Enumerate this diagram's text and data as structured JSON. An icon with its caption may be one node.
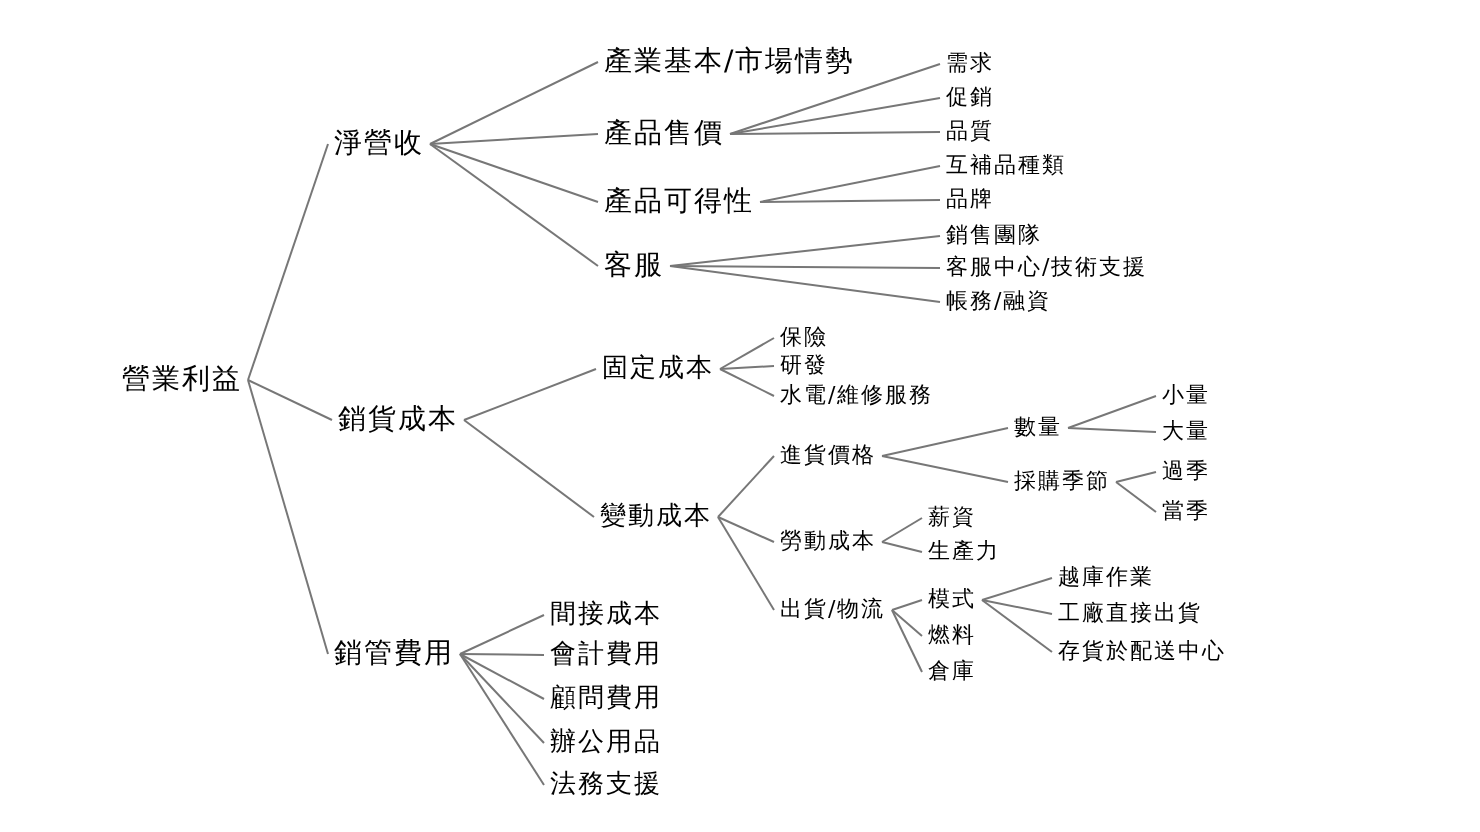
{
  "diagram": {
    "nodes": [
      {
        "text": [
          "營業利益"
        ]
      },
      {
        "text": [
          "淨營收"
        ]
      },
      {
        "text": [
          "產業基本/市場情勢"
        ]
      },
      {
        "text": [
          "產品售價"
        ]
      },
      {
        "text": [
          "需求"
        ]
      },
      {
        "text": [
          "促銷"
        ]
      },
      {
        "text": [
          "品質"
        ]
      },
      {
        "text": [
          "產品可得性"
        ]
      },
      {
        "text": [
          "互補品種類"
        ]
      },
      {
        "text": [
          "品牌"
        ]
      },
      {
        "text": [
          "客服"
        ]
      },
      {
        "text": [
          "銷售團隊"
        ]
      },
      {
        "text": [
          "客服中心/技術支援"
        ]
      },
      {
        "text": [
          "帳務/融資"
        ]
      },
      {
        "text": [
          "銷貨成本"
        ]
      },
      {
        "text": [
          "固定成本"
        ]
      },
      {
        "text": [
          "保險"
        ]
      },
      {
        "text": [
          "研發"
        ]
      },
      {
        "text": [
          "水電/維修服務"
        ]
      },
      {
        "text": [
          "變動成本"
        ]
      },
      {
        "text": [
          "進貨價格"
        ]
      },
      {
        "text": [
          "數量"
        ]
      },
      {
        "text": [
          "小量"
        ]
      },
      {
        "text": [
          "大量"
        ]
      },
      {
        "text": [
          "採購季節"
        ]
      },
      {
        "text": [
          "過季"
        ]
      },
      {
        "text": [
          "當季"
        ]
      },
      {
        "text": [
          "勞動成本"
        ]
      },
      {
        "text": [
          "薪資"
        ]
      },
      {
        "text": [
          "生產力"
        ]
      },
      {
        "text": [
          "出貨/物流"
        ]
      },
      {
        "text": [
          "模式"
        ]
      },
      {
        "text": [
          "燃料"
        ]
      },
      {
        "text": [
          "倉庫"
        ]
      },
      {
        "text": [
          "越庫作業"
        ]
      },
      {
        "text": [
          "工廠直接出貨"
        ]
      },
      {
        "text": [
          "存貨於配送中心"
        ]
      },
      {
        "text": [
          "銷管費用"
        ]
      },
      {
        "text": [
          "間接成本"
        ]
      },
      {
        "text": [
          "會計費用"
        ]
      },
      {
        "text": [
          "顧問費用"
        ]
      },
      {
        "text": [
          "辦公用品"
        ]
      },
      {
        "text": [
          "法務支援"
        ]
      }
    ],
    "edges": [
      {
        "from": 0,
        "to": 1,
        "arrow": "none"
      },
      {
        "from": 0,
        "to": 14,
        "arrow": "none"
      },
      {
        "from": 0,
        "to": 37,
        "arrow": "none"
      },
      {
        "from": 1,
        "to": 2,
        "arrow": "none"
      },
      {
        "from": 1,
        "to": 3,
        "arrow": "none"
      },
      {
        "from": 1,
        "to": 7,
        "arrow": "none"
      },
      {
        "from": 1,
        "to": 10,
        "arrow": "none"
      },
      {
        "from": 3,
        "to": 4,
        "arrow": "none"
      },
      {
        "from": 3,
        "to": 5,
        "arrow": "none"
      },
      {
        "from": 3,
        "to": 6,
        "arrow": "none"
      },
      {
        "from": 7,
        "to": 8,
        "arrow": "none"
      },
      {
        "from": 7,
        "to": 9,
        "arrow": "none"
      },
      {
        "from": 10,
        "to": 11,
        "arrow": "none"
      },
      {
        "from": 10,
        "to": 12,
        "arrow": "none"
      },
      {
        "from": 10,
        "to": 13,
        "arrow": "none"
      },
      {
        "from": 14,
        "to": 15,
        "arrow": "none"
      },
      {
        "from": 14,
        "to": 19,
        "arrow": "none"
      },
      {
        "from": 15,
        "to": 16,
        "arrow": "none"
      },
      {
        "from": 15,
        "to": 17,
        "arrow": "none"
      },
      {
        "from": 15,
        "to": 18,
        "arrow": "none"
      },
      {
        "from": 19,
        "to": 20,
        "arrow": "none"
      },
      {
        "from": 19,
        "to": 27,
        "arrow": "none"
      },
      {
        "from": 19,
        "to": 30,
        "arrow": "none"
      },
      {
        "from": 20,
        "to": 21,
        "arrow": "none"
      },
      {
        "from": 20,
        "to": 24,
        "arrow": "none"
      },
      {
        "from": 21,
        "to": 22,
        "arrow": "none"
      },
      {
        "from": 21,
        "to": 23,
        "arrow": "none"
      },
      {
        "from": 24,
        "to": 25,
        "arrow": "none"
      },
      {
        "from": 24,
        "to": 26,
        "arrow": "none"
      },
      {
        "from": 27,
        "to": 28,
        "arrow": "none"
      },
      {
        "from": 27,
        "to": 29,
        "arrow": "none"
      },
      {
        "from": 30,
        "to": 31,
        "arrow": "none"
      },
      {
        "from": 30,
        "to": 32,
        "arrow": "none"
      },
      {
        "from": 30,
        "to": 33,
        "arrow": "none"
      },
      {
        "from": 31,
        "to": 34,
        "arrow": "none"
      },
      {
        "from": 31,
        "to": 35,
        "arrow": "none"
      },
      {
        "from": 31,
        "to": 36,
        "arrow": "none"
      },
      {
        "from": 37,
        "to": 38,
        "arrow": "none"
      },
      {
        "from": 37,
        "to": 39,
        "arrow": "none"
      },
      {
        "from": 37,
        "to": 40,
        "arrow": "none"
      },
      {
        "from": 37,
        "to": 41,
        "arrow": "none"
      },
      {
        "from": 37,
        "to": 42,
        "arrow": "none"
      }
    ]
  }
}
